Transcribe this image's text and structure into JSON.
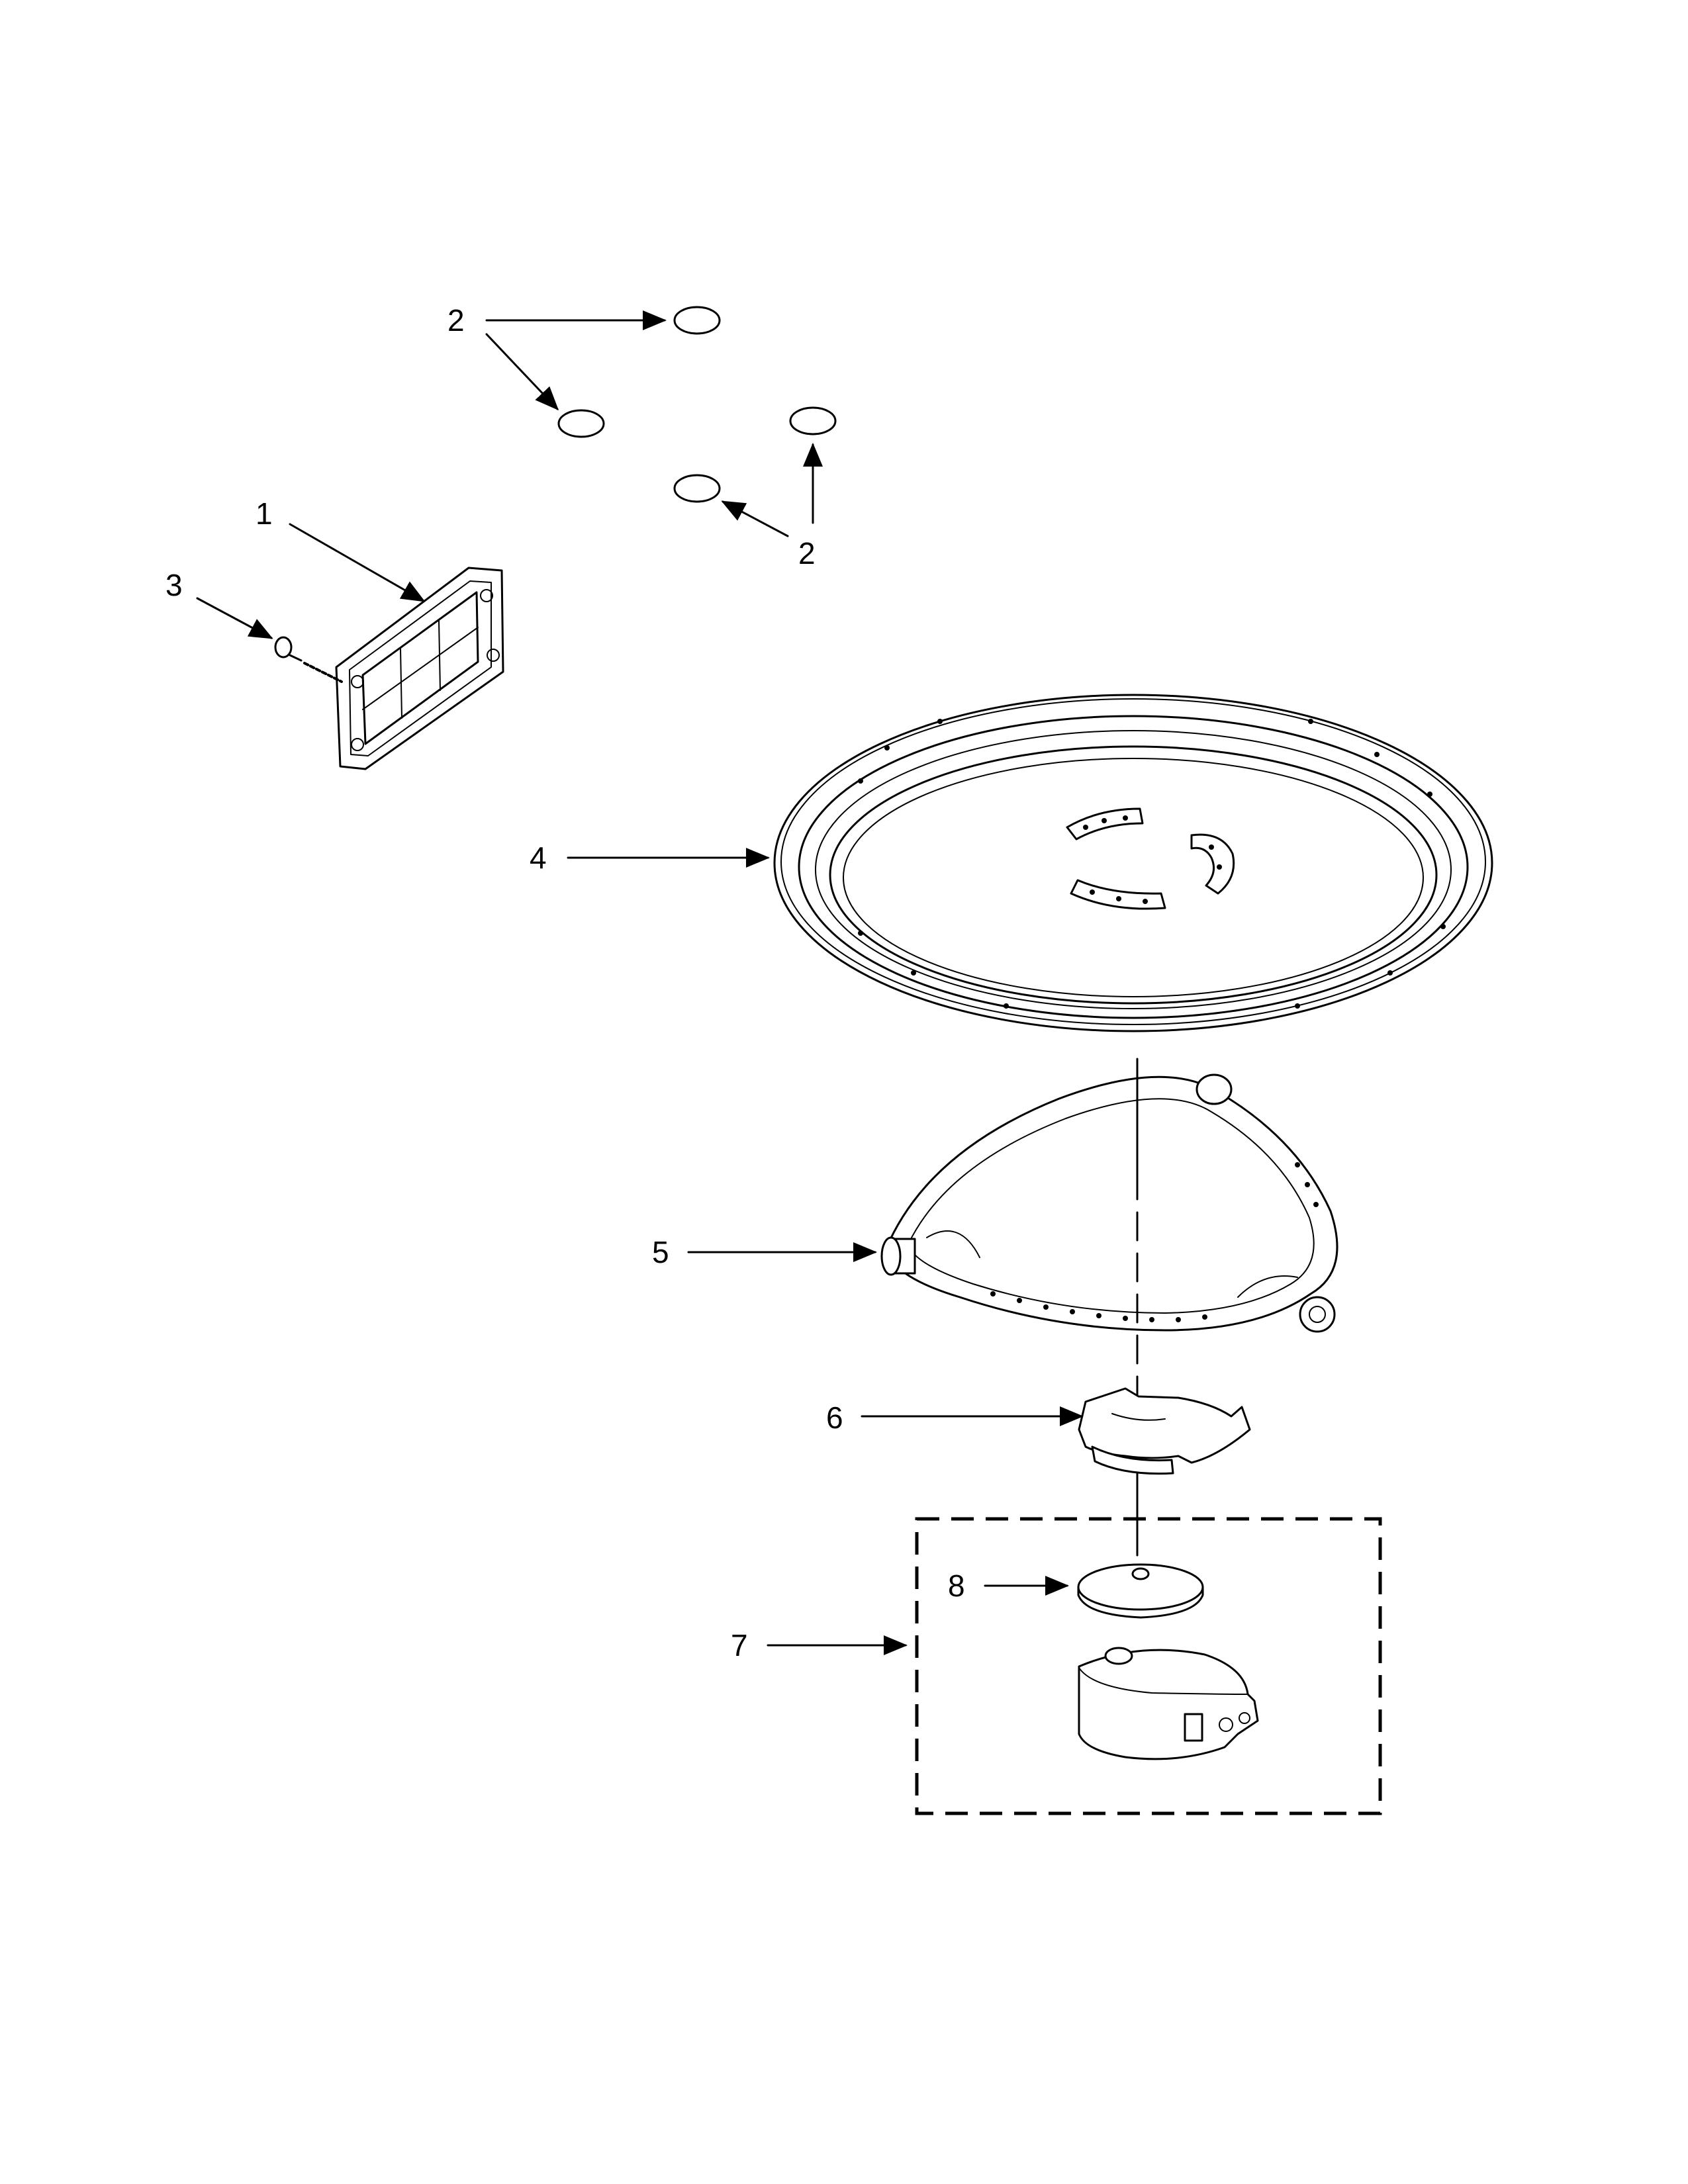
{
  "callouts": {
    "c1": "1",
    "c2a": "2",
    "c2b": "2",
    "c3": "3",
    "c4": "4",
    "c5": "5",
    "c6": "6",
    "c7": "7",
    "c8": "8"
  },
  "colors": {
    "line": "#000000",
    "background": "#ffffff"
  }
}
